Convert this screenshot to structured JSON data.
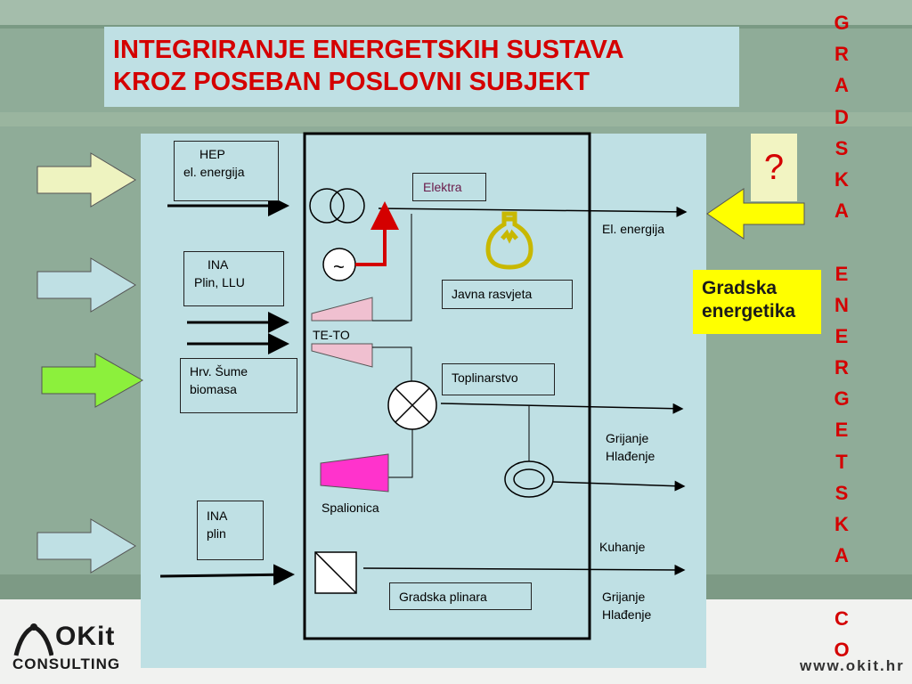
{
  "title": {
    "line1": "INTEGRIRANJE ENERGETSKIH SUSTAVA",
    "line2": "KROZ POSEBAN POSLOVNI SUBJEKT"
  },
  "vertical_text": [
    "G",
    "R",
    "A",
    "D",
    "S",
    "K",
    "A",
    "",
    "E",
    "N",
    "E",
    "R",
    "G",
    "E",
    "T",
    "S",
    "K",
    "A",
    "",
    "C",
    "O"
  ],
  "question_mark": "?",
  "gradska_energetika": {
    "line1": "Gradska",
    "line2": "energetika"
  },
  "suppliers": {
    "hep": {
      "line1": "HEP",
      "line2": "el. energija"
    },
    "ina_plin": {
      "line1": "INA",
      "line2": "Plin, LLU"
    },
    "hrv_sume": {
      "line1": "Hrv. Šume",
      "line2": "biomasa"
    },
    "ina_plin2": {
      "line1": "INA",
      "line2": "plin"
    }
  },
  "units": {
    "elektra": "Elektra",
    "javna_rasvjeta": "Javna rasvjeta",
    "te_to": "TE-TO",
    "toplinarstvo": "Toplinarstvo",
    "spalionica": "Spalionica",
    "gradska_plinara": "Gradska plinara"
  },
  "outputs": {
    "el_energija": "El. energija",
    "grijanje1": "Grijanje",
    "hladenje1": "Hlađenje",
    "kuhanje": "Kuhanje",
    "grijanje2": "Grijanje",
    "hladenje2": "Hlađenje"
  },
  "generator_symbol": "~",
  "logo": {
    "name": "OKit",
    "sub": "CONSULTING"
  },
  "url": "www.okit.hr",
  "colors": {
    "title_red": "#d40000",
    "panel": "#bfe0e4",
    "yellow_box": "#ffff00",
    "accent_pink": "#ff00cc",
    "bulb": "#c8b800"
  }
}
